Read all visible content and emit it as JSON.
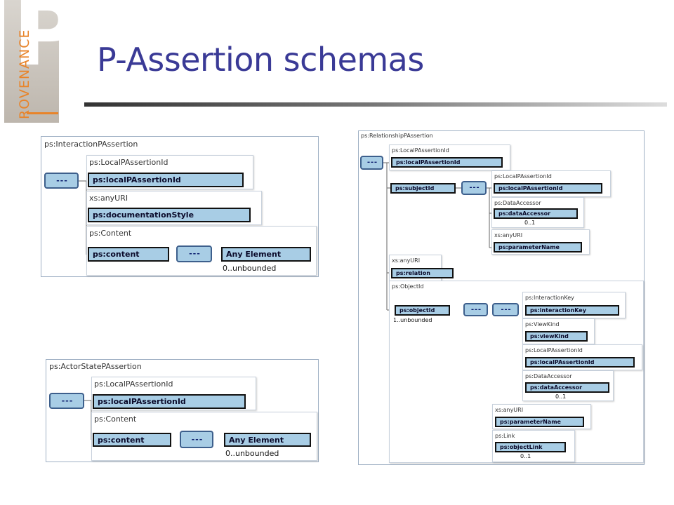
{
  "logo": {
    "letter": "P",
    "word": "ROVENANCE"
  },
  "title": "P-Assertion schemas",
  "seq_glyph": "---",
  "interaction": {
    "header": "ps:InteractionPAssertion",
    "local_type": "ps:LocalPAssertionId",
    "local_el": "ps:localPAssertionId",
    "doc_type": "xs:anyURI",
    "doc_el": "ps:documentationStyle",
    "content_type": "ps:Content",
    "content_el": "ps:content",
    "any": "Any Element",
    "occ": "0..unbounded"
  },
  "actor": {
    "header": "ps:ActorStatePAssertion",
    "local_type": "ps:LocalPAssertionId",
    "local_el": "ps:localPAssertionId",
    "content_type": "ps:Content",
    "content_el": "ps:content",
    "any": "Any Element",
    "occ": "0..unbounded"
  },
  "relationship": {
    "header": "ps:RelationshipPAssertion",
    "local_type": "ps:LocalPAssertionId",
    "local_el": "ps:localPAssertionId",
    "subject_el": "ps:subjectId",
    "subj_local_type": "ps:LocalPAssertionId",
    "subj_local_el": "ps:localPAssertionId",
    "subj_da_type": "ps:DataAccessor",
    "subj_da_el": "ps:dataAccessor",
    "subj_da_occ": "0..1",
    "subj_param_type": "xs:anyURI",
    "subj_param_el": "ps:parameterName",
    "relation_type": "xs:anyURI",
    "relation_el": "ps:relation",
    "objid_type": "ps:ObjectId",
    "object_el": "ps:objectId",
    "object_occ": "1..unbounded",
    "ikey_type": "ps:InteractionKey",
    "ikey_el": "ps:interactionKey",
    "vk_type": "ps:ViewKind",
    "vk_el": "ps:viewKind",
    "obj_local_type": "ps:LocalPAssertionId",
    "obj_local_el": "ps:localPAssertionId",
    "obj_da_type": "ps:DataAccessor",
    "obj_da_el": "ps:dataAccessor",
    "obj_da_occ": "0..1",
    "obj_param_type": "xs:anyURI",
    "obj_param_el": "ps:parameterName",
    "link_type": "ps:Link",
    "link_el": "ps:objectLink",
    "link_occ": "0..1"
  }
}
